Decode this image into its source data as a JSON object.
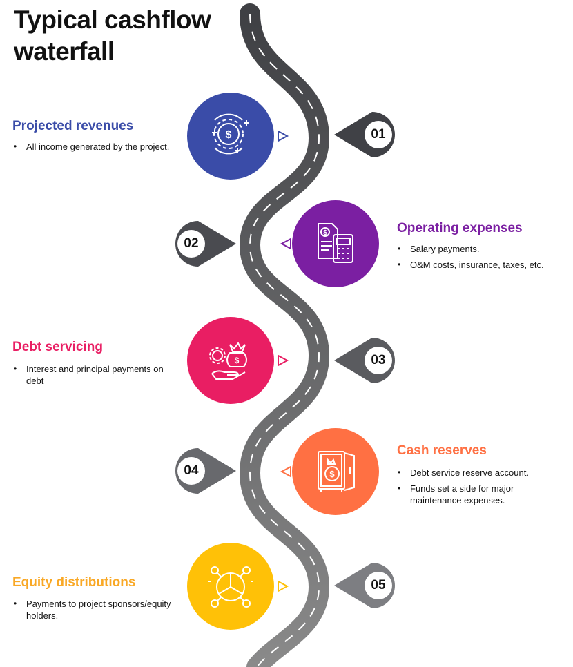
{
  "title": {
    "line1": "Typical cashflow",
    "line2": "waterfall"
  },
  "stages": [
    {
      "number": "01",
      "heading": "Projected revenues",
      "color": "#3A4CA8",
      "icon": "revenue-gear-icon",
      "bullets": [
        "All income generated by the project."
      ]
    },
    {
      "number": "02",
      "heading": "Operating expenses",
      "color": "#7B1FA2",
      "icon": "invoice-calculator-icon",
      "bullets": [
        "Salary payments.",
        "O&M costs, insurance, taxes, etc."
      ]
    },
    {
      "number": "03",
      "heading": "Debt servicing",
      "color": "#E91E63",
      "icon": "hand-money-bag-icon",
      "bullets": [
        "Interest and principal payments on debt"
      ]
    },
    {
      "number": "04",
      "heading": "Cash reserves",
      "color": "#FF7043",
      "icon": "safe-money-bag-icon",
      "bullets": [
        "Debt service reserve account.",
        "Funds set a side for major maintenance expenses."
      ]
    },
    {
      "number": "05",
      "heading": "Equity distributions",
      "color": "#F9A825",
      "icon": "pie-network-icon",
      "bullets": [
        "Payments to project sponsors/equity holders."
      ]
    }
  ]
}
